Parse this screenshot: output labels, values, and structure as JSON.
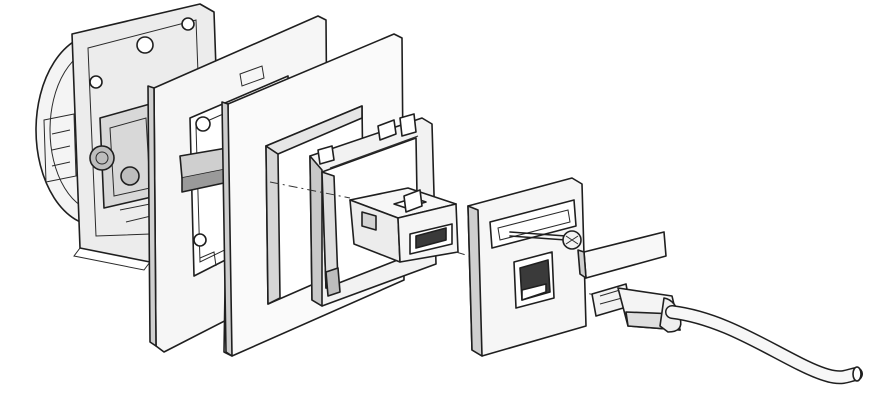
{
  "figure": {
    "description_text": "",
    "colors": {
      "outline": "#1f1f1f",
      "face_light": "#f4f4f4",
      "face_mid": "#e2e2e2",
      "face_dark": "#bdbdbd",
      "shadow": "#8a8a8a"
    },
    "parts": [
      {
        "id": "mounting-box",
        "icon": "wall-box-icon"
      },
      {
        "id": "support-frame",
        "icon": "frame-icon"
      },
      {
        "id": "cover-frame",
        "icon": "frame-icon"
      },
      {
        "id": "insert-carrier",
        "icon": "carrier-icon"
      },
      {
        "id": "usb-coupler",
        "icon": "usb-module-icon"
      },
      {
        "id": "cover-plate",
        "icon": "plate-icon"
      },
      {
        "id": "label-strip",
        "icon": "label-icon"
      },
      {
        "id": "screw",
        "icon": "screw-icon"
      },
      {
        "id": "usb-cable",
        "icon": "usb-cable-icon"
      }
    ]
  }
}
